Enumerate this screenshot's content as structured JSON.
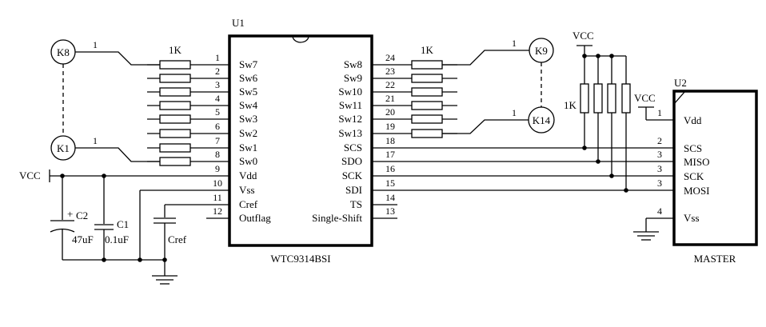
{
  "u1": {
    "ref": "U1",
    "part": "WTC9314BSI",
    "left_pins": [
      {
        "num": "1",
        "name": "Sw7"
      },
      {
        "num": "2",
        "name": "Sw6"
      },
      {
        "num": "3",
        "name": "Sw5"
      },
      {
        "num": "4",
        "name": "Sw4"
      },
      {
        "num": "5",
        "name": "Sw3"
      },
      {
        "num": "6",
        "name": "Sw2"
      },
      {
        "num": "7",
        "name": "Sw1"
      },
      {
        "num": "8",
        "name": "Sw0"
      },
      {
        "num": "9",
        "name": "Vdd"
      },
      {
        "num": "10",
        "name": "Vss"
      },
      {
        "num": "11",
        "name": "Cref"
      },
      {
        "num": "12",
        "name": "Outflag"
      }
    ],
    "right_pins": [
      {
        "num": "24",
        "name": "Sw8"
      },
      {
        "num": "23",
        "name": "Sw9"
      },
      {
        "num": "22",
        "name": "Sw10"
      },
      {
        "num": "21",
        "name": "Sw11"
      },
      {
        "num": "20",
        "name": "Sw12"
      },
      {
        "num": "19",
        "name": "Sw13"
      },
      {
        "num": "18",
        "name": "SCS"
      },
      {
        "num": "17",
        "name": "SDO"
      },
      {
        "num": "16",
        "name": "SCK"
      },
      {
        "num": "15",
        "name": "SDI"
      },
      {
        "num": "14",
        "name": "TS"
      },
      {
        "num": "13",
        "name": "Single-Shift"
      }
    ]
  },
  "u2": {
    "ref": "U2",
    "name": "MASTER",
    "pins": [
      {
        "num": "1",
        "name": "Vdd"
      },
      {
        "num": "2",
        "name": "SCS"
      },
      {
        "num": "3",
        "name": "MISO"
      },
      {
        "num": "3",
        "name": "SCK"
      },
      {
        "num": "3",
        "name": "MOSI"
      },
      {
        "num": "4",
        "name": "Vss"
      }
    ]
  },
  "keys": {
    "k8": {
      "label": "K8",
      "pin": "1"
    },
    "k1": {
      "label": "K1",
      "pin": "1"
    },
    "k9": {
      "label": "K9",
      "pin": "1"
    },
    "k14": {
      "label": "K14",
      "pin": "1"
    }
  },
  "resistors": {
    "left_value": "1K",
    "right_value": "1K",
    "pullup_value": "1K"
  },
  "power": {
    "vcc_left": "VCC",
    "vcc_pullup": "VCC",
    "vcc_master": "VCC"
  },
  "caps": {
    "c2_ref": "C2",
    "c2_value": "47uF",
    "c1_ref": "C1",
    "c1_value": "0.1uF",
    "cref_label": "Cref",
    "plus": "+"
  }
}
